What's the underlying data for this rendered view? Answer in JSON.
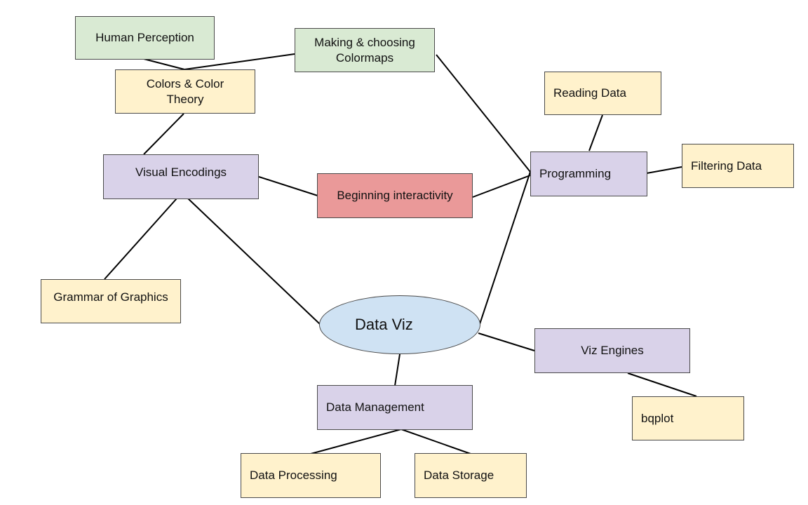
{
  "colors": {
    "green": "#d9ead3",
    "yellow": "#fff2cc",
    "purple": "#d9d2e9",
    "red": "#ea9999",
    "blue": "#cfe2f3",
    "line": "#000000"
  },
  "nodes": {
    "human_perception": "Human Perception",
    "making_colormaps": "Making & choosing\nColormaps",
    "colors_theory": "Colors & Color\nTheory",
    "visual_encodings": "Visual Encodings",
    "beginning_interactivity": "Beginning interactivity",
    "reading_data": "Reading Data",
    "programming": "Programming",
    "filtering_data": "Filtering Data",
    "grammar_graphics": "Grammar of Graphics",
    "data_viz": "Data Viz",
    "viz_engines": "Viz Engines",
    "bqplot": "bqplot",
    "data_management": "Data Management",
    "data_processing": "Data Processing",
    "data_storage": "Data Storage"
  }
}
